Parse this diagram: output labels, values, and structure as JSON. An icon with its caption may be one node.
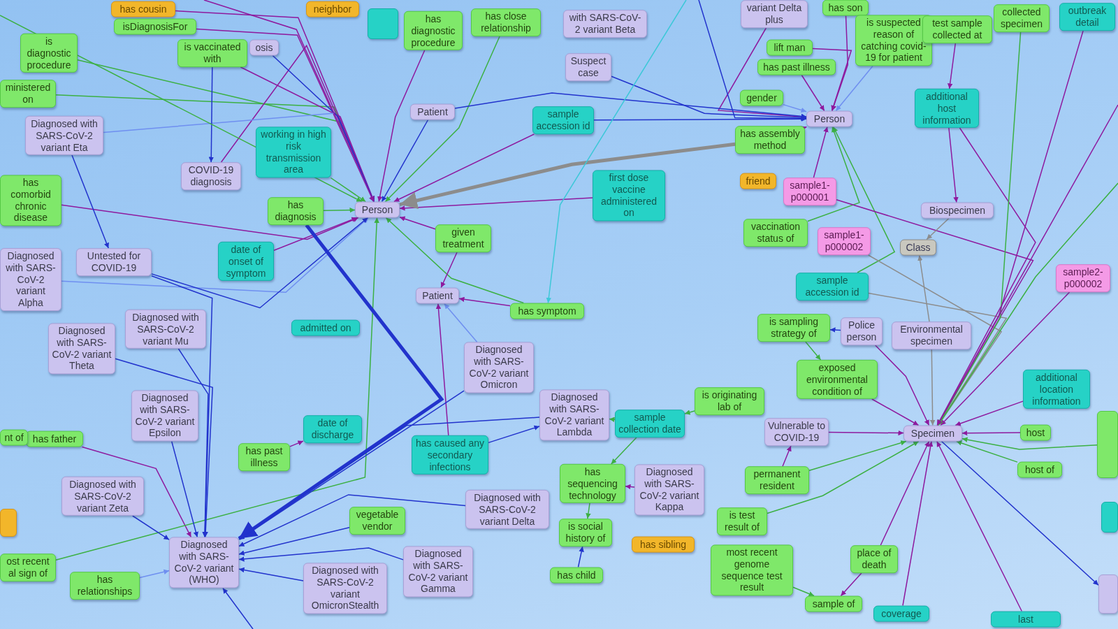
{
  "diagram": {
    "nodes": [
      {
        "text": [
          "has cousin"
        ]
      },
      {
        "text": [
          "isDiagnosisFor"
        ]
      },
      {
        "text": [
          "is diagnostic procedure"
        ]
      },
      {
        "text": [
          "ministered on"
        ]
      },
      {
        "text": [
          "Diagnosed with SARS-CoV-2 variant Eta"
        ]
      },
      {
        "text": [
          "is vaccinated with"
        ]
      },
      {
        "text": [
          "osis"
        ]
      },
      {
        "text": [
          "neighbor"
        ]
      },
      {
        "text": [
          "working in high risk transmission area"
        ]
      },
      {
        "text": [
          "COVID-19 diagnosis"
        ]
      },
      {
        "text": [
          "has comorbid chronic disease"
        ]
      },
      {
        "text": [
          "has diagnosis"
        ]
      },
      {
        "text": [
          "Person"
        ]
      },
      {
        "text": [
          "Diagnosed with SARS-CoV-2 variant Alpha"
        ]
      },
      {
        "text": [
          "Untested for COVID-19"
        ]
      },
      {
        "text": [
          "date of onset of symptom"
        ]
      },
      {
        "text": [],
        "shape": "box"
      },
      {
        "text": [
          "has diagnostic procedure"
        ]
      },
      {
        "text": [
          "has close relationship"
        ]
      },
      {
        "text": [
          "with SARS-CoV-2 variant Beta"
        ]
      },
      {
        "text": [
          "Suspect case"
        ]
      },
      {
        "text": [
          "Patient"
        ]
      },
      {
        "text": [
          "sample accession id"
        ]
      },
      {
        "text": [
          "first dose vaccine administered on"
        ]
      },
      {
        "text": [
          "given treatment"
        ]
      },
      {
        "text": [
          "Patient"
        ]
      },
      {
        "text": [
          "has symptom"
        ]
      },
      {
        "text": [
          "admitted on"
        ]
      },
      {
        "text": [
          "Diagnosed with SARS-CoV-2 variant Theta"
        ]
      },
      {
        "text": [
          "Diagnosed with SARS-CoV-2 variant Mu"
        ]
      },
      {
        "text": [
          "Diagnosed with SARS-CoV-2 variant Epsilon"
        ]
      },
      {
        "text": [
          "has father"
        ]
      },
      {
        "text": [
          "nt of"
        ]
      },
      {
        "text": [
          "Diagnosed with SARS-CoV-2 variant Zeta"
        ]
      },
      {
        "text": [],
        "shape": "box"
      },
      {
        "text": [
          "ost recent al sign of"
        ]
      },
      {
        "text": [
          "has relationships"
        ]
      },
      {
        "text": [
          "Diagnosed with SARS-CoV-2 variant (WHO)"
        ]
      },
      {
        "text": [
          "has past illness"
        ]
      },
      {
        "text": [
          "date of discharge"
        ]
      },
      {
        "text": [
          "vegetable vendor"
        ]
      },
      {
        "text": [
          "Diagnosed with SARS-CoV-2 variant OmicronStealth"
        ]
      },
      {
        "text": [
          "Diagnosed with SARS-CoV-2 variant Omicron"
        ]
      },
      {
        "text": [
          "has caused any secondary infections"
        ]
      },
      {
        "text": [
          "Diagnosed with SARS-CoV-2 variant Lambda"
        ]
      },
      {
        "text": [
          "Diagnosed with SARS-CoV-2 variant Delta"
        ]
      },
      {
        "text": [
          "Diagnosed with SARS-CoV-2 variant Gamma"
        ]
      },
      {
        "text": [
          "sample collection date"
        ]
      },
      {
        "text": [
          "is originating lab of"
        ]
      },
      {
        "text": [
          "has sequencing technology"
        ]
      },
      {
        "text": [
          "Diagnosed with SARS-CoV-2 variant Kappa"
        ]
      },
      {
        "text": [
          "is social history of"
        ]
      },
      {
        "text": [
          "has sibling"
        ]
      },
      {
        "text": [
          "has child"
        ]
      },
      {
        "text": [
          "variant Delta plus"
        ]
      },
      {
        "text": [
          "has son"
        ]
      },
      {
        "text": [
          "lift man"
        ]
      },
      {
        "text": [
          "has past illness"
        ]
      },
      {
        "text": [
          "is suspected reason of catching covid-19 for patient"
        ]
      },
      {
        "text": [
          "test sample collected at"
        ]
      },
      {
        "text": [
          "collected specimen"
        ]
      },
      {
        "text": [
          "outbreak detail"
        ]
      },
      {
        "text": [
          "gender"
        ]
      },
      {
        "text": [
          "Person"
        ]
      },
      {
        "text": [
          "has assembly method"
        ]
      },
      {
        "text": [
          "additional host information"
        ]
      },
      {
        "text": [
          "friend"
        ]
      },
      {
        "text": [
          "sample1-p000001"
        ]
      },
      {
        "text": [
          "vaccination status of"
        ]
      },
      {
        "text": [
          "sample1-p000002"
        ]
      },
      {
        "text": [
          "Biospecimen"
        ]
      },
      {
        "text": [
          "Class"
        ]
      },
      {
        "text": [
          "sample2-p000002"
        ]
      },
      {
        "text": [
          "sample accession id"
        ]
      },
      {
        "text": [
          "is sampling strategy of"
        ]
      },
      {
        "text": [
          "Police person"
        ]
      },
      {
        "text": [
          "Environmental specimen"
        ]
      },
      {
        "text": [
          "exposed environmental condition of"
        ]
      },
      {
        "text": [
          "additional location information"
        ]
      },
      {
        "text": [
          "Vulnerable to COVID-19"
        ]
      },
      {
        "text": [
          "Specimen"
        ]
      },
      {
        "text": [
          "host"
        ]
      },
      {
        "text": [
          "host of"
        ]
      },
      {
        "text": [],
        "shape": "box"
      },
      {
        "text": [
          "permanent resident"
        ]
      },
      {
        "text": [
          "is test result of"
        ]
      },
      {
        "text": [
          "most recent genome sequence test result"
        ]
      },
      {
        "text": [
          "place of death"
        ]
      },
      {
        "text": [
          "sample of"
        ]
      },
      {
        "text": [
          "coverage"
        ]
      },
      {
        "text": [
          "last"
        ]
      },
      {
        "text": [],
        "shape": "box"
      },
      {
        "text": [],
        "shape": "box"
      }
    ],
    "edges": [
      {
        "from": 2,
        "to": 12,
        "arrow": "to",
        "color": "#3cb043"
      },
      {
        "from": 3,
        "to": 12,
        "arrow": "to",
        "color": "#3cb043"
      },
      {
        "from": 5,
        "to": 12,
        "arrow": "to"
      },
      {
        "from": 1,
        "to": 12,
        "arrow": "to"
      },
      {
        "from": 0,
        "to": 12,
        "arrow": "to"
      },
      {
        "from": 8,
        "to": 12,
        "arrow": "to",
        "color": "#3cb043"
      },
      {
        "from": 9,
        "to": 12,
        "arrow": "to"
      },
      {
        "from": 10,
        "to": 12,
        "arrow": "to"
      },
      {
        "from": 11,
        "to": 12,
        "arrow": "to",
        "color": "#3cb043"
      },
      {
        "from": 4,
        "to": 12,
        "arrow": "to",
        "color": "#6f8ff0"
      },
      {
        "from": 13,
        "to": 12,
        "arrow": "to",
        "color": "#6f8ff0"
      },
      {
        "from": 14,
        "to": 12,
        "arrow": "to",
        "color": "#2233cc"
      },
      {
        "from": 15,
        "to": 12,
        "arrow": "to"
      },
      {
        "from": 17,
        "to": 12,
        "arrow": "to"
      },
      {
        "from": 18,
        "to": 12,
        "arrow": "to",
        "color": "#3cb043"
      },
      {
        "from": 21,
        "to": 12,
        "arrow": "to",
        "color": "#2233cc"
      },
      {
        "from": 24,
        "to": 12,
        "arrow": "to"
      },
      {
        "from": 26,
        "to": 12,
        "arrow": "to",
        "color": "#3cb043"
      },
      {
        "from": 22,
        "to": 12,
        "arrow": "to"
      },
      {
        "from": 23,
        "to": 12,
        "arrow": "to"
      },
      {
        "from": 64,
        "to": 12,
        "arrow": "to",
        "style": "thick",
        "color": "#8c8c8c"
      },
      {
        "from": 6,
        "to": 12,
        "arrow": "to",
        "color": "#2233cc"
      },
      {
        "from": 31,
        "to": 37,
        "arrow": "to"
      },
      {
        "from": 35,
        "to": 12,
        "arrow": "to",
        "color": "#3cb043"
      },
      {
        "from": 11,
        "to": 37,
        "arrow": "to",
        "style": "thick",
        "color": "#2233cc"
      },
      {
        "from": 24,
        "to": 25,
        "arrow": "to"
      },
      {
        "from": 26,
        "to": 25,
        "arrow": "to"
      },
      {
        "from": 43,
        "to": 25,
        "arrow": "to"
      },
      {
        "from": 42,
        "to": 25,
        "arrow": "to",
        "color": "#6f8ff0"
      },
      {
        "from": 28,
        "to": 37,
        "arrow": "to",
        "color": "#2233cc"
      },
      {
        "from": 29,
        "to": 37,
        "arrow": "to",
        "color": "#2233cc"
      },
      {
        "from": 30,
        "to": 37,
        "arrow": "to",
        "color": "#2233cc"
      },
      {
        "from": 33,
        "to": 37,
        "arrow": "to",
        "color": "#2233cc"
      },
      {
        "from": 45,
        "to": 37,
        "arrow": "to",
        "color": "#2233cc"
      },
      {
        "from": 41,
        "to": 37,
        "arrow": "to",
        "color": "#2233cc"
      },
      {
        "from": 46,
        "to": 37,
        "arrow": "to",
        "color": "#2233cc"
      },
      {
        "from": 42,
        "to": 37,
        "arrow": "to",
        "color": "#2233cc"
      },
      {
        "from": 44,
        "to": 37,
        "arrow": "to",
        "color": "#2233cc"
      },
      {
        "from": 40,
        "to": 37,
        "arrow": "to",
        "color": "#2233cc"
      },
      {
        "from": 36,
        "to": 37,
        "arrow": "to",
        "color": "#6f8ff0"
      },
      {
        "from": 4,
        "to": 14,
        "arrow": "to",
        "color": "#2233cc"
      },
      {
        "from": 14,
        "to": 37,
        "arrow": "to",
        "color": "#2233cc"
      },
      {
        "from": 5,
        "to": 9,
        "arrow": "to",
        "color": "#2233cc"
      },
      {
        "from": 38,
        "to": 39,
        "arrow": "to"
      },
      {
        "from": 43,
        "to": 44,
        "arrow": "to",
        "color": "#2233cc"
      },
      {
        "from": 62,
        "to": 63,
        "arrow": "to",
        "color": "#6f8ff0"
      },
      {
        "from": 56,
        "to": 63,
        "arrow": "to"
      },
      {
        "from": 57,
        "to": 63,
        "arrow": "to"
      },
      {
        "from": 58,
        "to": 63,
        "arrow": "to",
        "color": "#6f8ff0"
      },
      {
        "from": 64,
        "to": 63,
        "arrow": "to"
      },
      {
        "from": 67,
        "to": 63,
        "arrow": "to"
      },
      {
        "from": 68,
        "to": 63,
        "arrow": "to",
        "color": "#3cb043"
      },
      {
        "from": 73,
        "to": 63,
        "arrow": "to",
        "color": "#3cb043"
      },
      {
        "from": 54,
        "to": 63,
        "arrow": "to"
      },
      {
        "from": 22,
        "to": 63,
        "arrow": "to",
        "color": "#2233cc"
      },
      {
        "from": 20,
        "to": 63,
        "arrow": "to",
        "color": "#2233cc"
      },
      {
        "from": 21,
        "to": 63,
        "arrow": "to",
        "color": "#2233cc"
      },
      {
        "from": 55,
        "to": 63,
        "arrow": "to"
      },
      {
        "from": 74,
        "to": 77,
        "arrow": "to",
        "color": "#3cb043"
      },
      {
        "from": 75,
        "to": 80,
        "arrow": "to"
      },
      {
        "from": 76,
        "to": 80,
        "arrow": "to",
        "color": "#8c8c8c"
      },
      {
        "from": 77,
        "to": 80,
        "arrow": "to"
      },
      {
        "from": 78,
        "to": 80,
        "arrow": "to"
      },
      {
        "from": 81,
        "to": 80,
        "arrow": "to"
      },
      {
        "from": 82,
        "to": 80,
        "arrow": "to",
        "color": "#3cb043"
      },
      {
        "from": 79,
        "to": 80,
        "arrow": "to"
      },
      {
        "from": 84,
        "to": 80,
        "arrow": "to",
        "color": "#3cb043"
      },
      {
        "from": 85,
        "to": 80,
        "arrow": "to",
        "color": "#3cb043"
      },
      {
        "from": 87,
        "to": 80,
        "arrow": "to"
      },
      {
        "from": 89,
        "to": 80,
        "arrow": "to"
      },
      {
        "from": 90,
        "to": 80,
        "arrow": "to"
      },
      {
        "from": 73,
        "to": 80,
        "arrow": "to",
        "color": "#8c8c8c"
      },
      {
        "from": 69,
        "to": 80,
        "arrow": "to",
        "color": "#8c8c8c"
      },
      {
        "from": 67,
        "to": 80,
        "arrow": "to"
      },
      {
        "from": 65,
        "to": 80,
        "arrow": "to"
      },
      {
        "from": 60,
        "to": 80,
        "arrow": "to",
        "color": "#3cb043"
      },
      {
        "from": 61,
        "to": 80,
        "arrow": "to"
      },
      {
        "from": 72,
        "to": 80,
        "arrow": "to"
      },
      {
        "from": 83,
        "to": 80,
        "arrow": "to",
        "color": "#3cb043"
      },
      {
        "from": 80,
        "to": 91,
        "arrow": "to",
        "color": "#2233cc"
      },
      {
        "from": 70,
        "to": 71,
        "arrow": "to",
        "color": "#8c8c8c"
      },
      {
        "from": 76,
        "to": 71,
        "arrow": "to",
        "color": "#8c8c8c"
      },
      {
        "from": 65,
        "to": 70,
        "arrow": "to"
      },
      {
        "from": 59,
        "to": 65,
        "arrow": "to"
      },
      {
        "from": 87,
        "to": 88,
        "arrow": "to"
      },
      {
        "from": 86,
        "to": 88,
        "arrow": "to",
        "color": "#3cb043"
      },
      {
        "from": 53,
        "to": 51,
        "arrow": "to",
        "color": "#2233cc"
      },
      {
        "from": 49,
        "to": 51,
        "arrow": "to",
        "color": "#3cb043"
      },
      {
        "from": 47,
        "to": 44,
        "arrow": "to",
        "color": "#3cb043"
      },
      {
        "from": 47,
        "to": 49,
        "arrow": "to",
        "color": "#3cb043"
      },
      {
        "from": 50,
        "to": 49,
        "arrow": "to"
      },
      {
        "from": 48,
        "to": 47,
        "arrow": "to",
        "color": "#3cb043"
      },
      {
        "from": 75,
        "to": 74,
        "arrow": "to",
        "color": "#2233cc"
      },
      {
        "from": 84,
        "to": 79,
        "arrow": "to"
      },
      {
        "from": null,
        "to": 12,
        "arrow": "to",
        "color": "#3cb043"
      },
      {
        "from": null,
        "to": 12,
        "arrow": "to"
      },
      {
        "from": null,
        "to": 80,
        "arrow": "to",
        "color": "#3cb043"
      },
      {
        "from": null,
        "to": 80,
        "arrow": "to"
      },
      {
        "from": null,
        "to": 37,
        "arrow": "to",
        "color": "#2233cc"
      },
      {
        "from": null,
        "to": 63,
        "arrow": "to",
        "color": "#2233cc"
      },
      {
        "from": null,
        "to": 26,
        "arrow": "to",
        "color": "#3cc8d8"
      }
    ]
  }
}
